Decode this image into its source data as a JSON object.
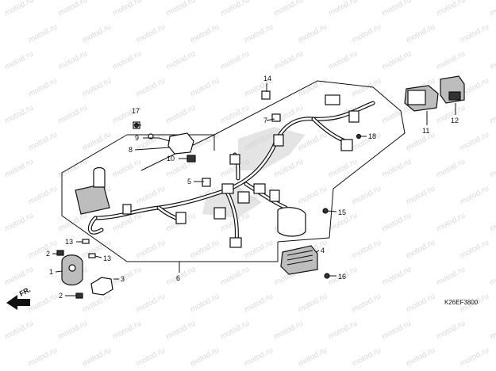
{
  "diagram": {
    "diagram_code": "K26EF3800",
    "direction_label": "FR.",
    "watermark_text": "motod.ru",
    "callouts": {
      "c1": "1",
      "c2a": "2",
      "c2b": "2",
      "c3": "3",
      "c4": "4",
      "c5": "5",
      "c6": "6",
      "c7": "7",
      "c8": "8",
      "c9": "9",
      "c10": "10",
      "c11": "11",
      "c12": "12",
      "c13a": "13",
      "c13b": "13",
      "c14": "14",
      "c15": "15",
      "c16": "16",
      "c17": "17",
      "c18": "18"
    }
  }
}
